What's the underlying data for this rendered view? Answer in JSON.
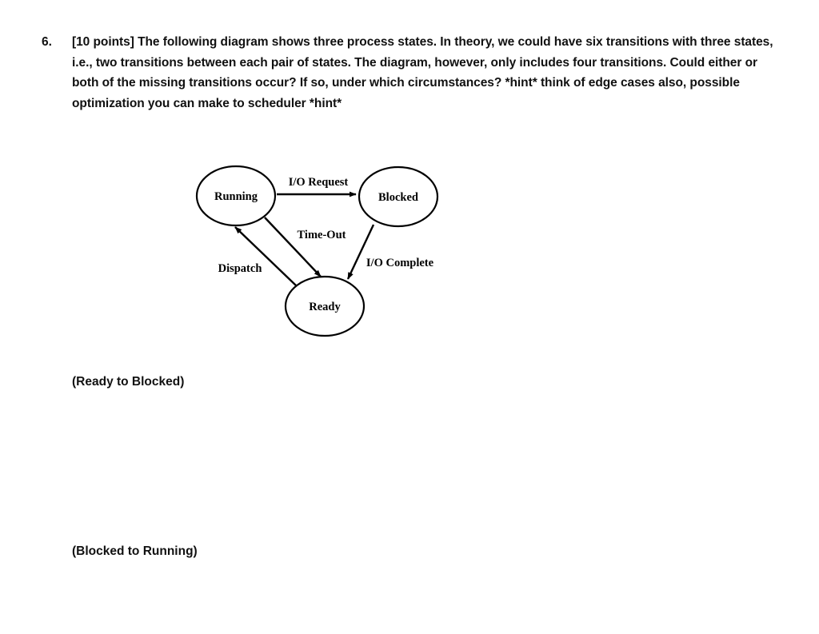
{
  "question": {
    "number": "6.",
    "text": "[10 points] The following diagram shows three process states. In theory, we could have six transitions with three states, i.e., two transitions between each pair of states. The diagram, however, only includes four transitions. Could either or both of the missing transitions occur? If so, under which circumstances? *hint* think of edge cases also, possible optimization you can make to scheduler *hint*"
  },
  "diagram": {
    "type": "state-transition",
    "nodes": [
      {
        "id": "running",
        "label": "Running"
      },
      {
        "id": "blocked",
        "label": "Blocked"
      },
      {
        "id": "ready",
        "label": "Ready"
      }
    ],
    "edges": [
      {
        "id": "io-request",
        "label": "I/O Request",
        "from": "running",
        "to": "blocked"
      },
      {
        "id": "time-out",
        "label": "Time-Out",
        "from": "running",
        "to": "ready"
      },
      {
        "id": "dispatch",
        "label": "Dispatch",
        "from": "ready",
        "to": "running"
      },
      {
        "id": "io-complete",
        "label": "I/O Complete",
        "from": "blocked",
        "to": "ready"
      }
    ],
    "stroke_color": "#000000",
    "fill_color": "#ffffff"
  },
  "answers": {
    "ready_to_blocked": "(Ready to Blocked)",
    "blocked_to_running": "(Blocked to Running)"
  }
}
